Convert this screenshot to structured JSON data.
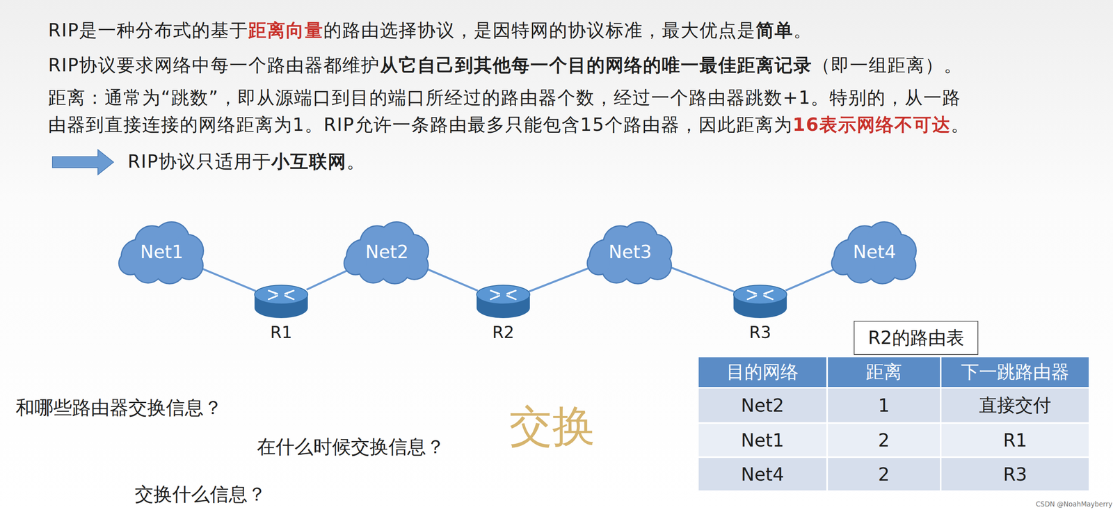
{
  "diagram": {
    "nodes": [
      {
        "text": [
          "Net1"
        ]
      },
      {
        "text": [
          "R1"
        ]
      },
      {
        "text": [
          "Net2"
        ]
      },
      {
        "text": [
          "R2"
        ]
      },
      {
        "text": [
          "Net3"
        ]
      },
      {
        "text": [
          "R3"
        ]
      },
      {
        "text": [
          "Net4"
        ]
      }
    ],
    "edges": [
      {
        "from": 0,
        "to": 1,
        "arrow": "none"
      },
      {
        "from": 1,
        "to": 2,
        "arrow": "none"
      },
      {
        "from": 2,
        "to": 3,
        "arrow": "none"
      },
      {
        "from": 3,
        "to": 4,
        "arrow": "none"
      },
      {
        "from": 4,
        "to": 5,
        "arrow": "none"
      },
      {
        "from": 5,
        "to": 6,
        "arrow": "none"
      }
    ],
    "labels": [
      "RIP是一种分布式的基于",
      "距离向量",
      "的路由选择协议，是因特网的协议标准，最大优点是",
      "简单",
      "。",
      "RIP协议要求网络中每一个路由器都维护",
      "从它自己到其他每一个目的网络的唯一最佳距离记录",
      "（即一组距离）。",
      "距离：通常为“跳数”，即从源端口到目的端口所经过的路由器个数，经过一个路由器跳数+1。特别的，从一路",
      "由器到直接连接的网络距离为1。RIP允许一条路由最多只能包含15个路由器，因此距离为",
      "16表示网络不可达",
      "。",
      "RIP协议只适用于",
      "小互联网",
      "。",
      "R2的路由表",
      "目的网络",
      "距离",
      "下一跳路由器",
      "Net2",
      "1",
      "直接交付",
      "Net1",
      "2",
      "R1",
      "Net4",
      "2",
      "R3",
      "和哪些路由器交换信息？",
      "在什么时候交换信息？",
      "交换什么信息？",
      "交换",
      "CSDN @NoahMayberry"
    ]
  }
}
